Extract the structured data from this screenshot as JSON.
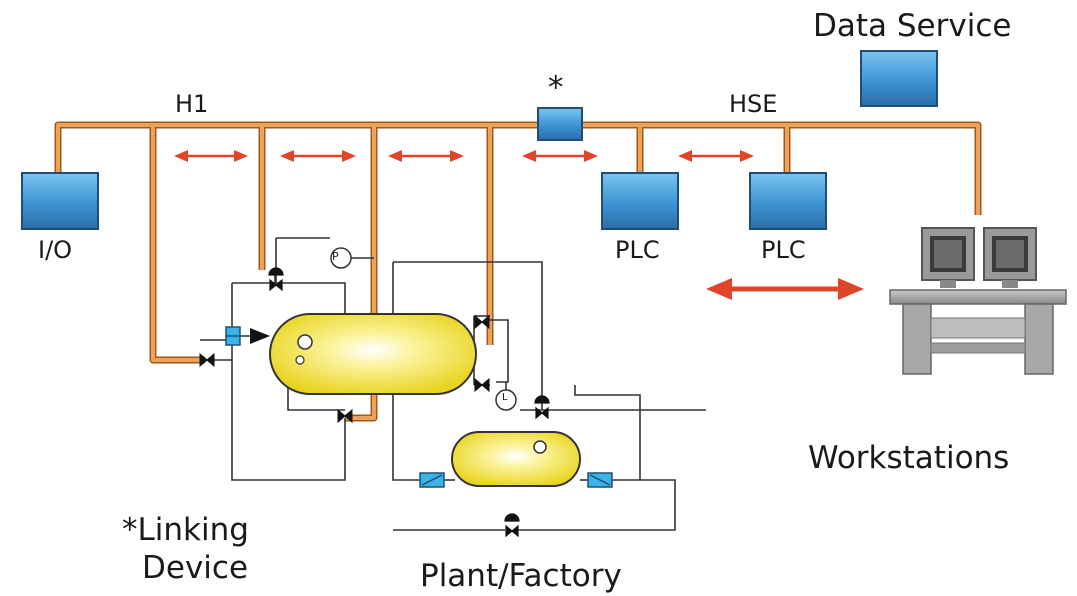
{
  "labels": {
    "data_service": "Data Service",
    "h1": "H1",
    "hse": "HSE",
    "asterisk": "*",
    "io": "I/O",
    "plc_1": "PLC",
    "plc_2": "PLC",
    "linking_device_line1": "*Linking",
    "linking_device_line2": "Device",
    "workstations": "Workstations",
    "plant_factory": "Plant/Factory",
    "gauge_p": "P",
    "gauge_l": "L"
  },
  "colors": {
    "bus": "#e08a3a",
    "bus_edge": "#a05a18",
    "device_fill": "#4a9fd8",
    "device_edge": "#1e4f78",
    "arrow": "#e0442a",
    "tank": "#f2e23c",
    "piping": "#333333",
    "workstation": "#8e8e8e",
    "monitor": "#555555",
    "valve_blue": "#3ab4e8"
  },
  "icons": {
    "device": "blue-box",
    "valve": "bowtie-valve",
    "pump": "pump-symbol",
    "workstation": "computer-desk"
  }
}
